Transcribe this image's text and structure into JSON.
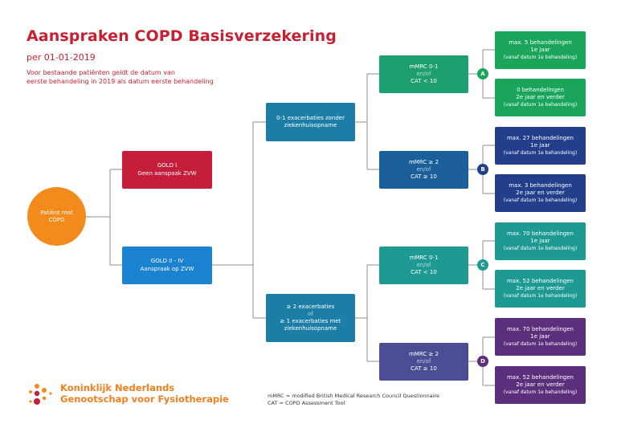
{
  "title": "Aanspraken COPD Basisverzekering",
  "subtitle": "per 01-01-2019",
  "note_lines": [
    "Voor bestaande patiënten geldt de datum van",
    "eerste behandeling in 2019 als datum eerste behandeling"
  ],
  "root": {
    "line1": "Patiënt met",
    "line2": "COPD"
  },
  "gold1": {
    "line1": "GOLD I",
    "line2": "Geen aanspaak ZVW"
  },
  "gold2": {
    "line1": "GOLD II - IV",
    "line2": "Aanspraak op ZVW"
  },
  "exac_low": {
    "line1": "0-1 exacerbaties zonder",
    "line2": "ziekenhuisopname"
  },
  "exac_high": {
    "line1": "≥ 2 exacerbaties",
    "line2": "of",
    "line3": "≥ 1 exacerbaties met",
    "line4": "ziekenhuisopname"
  },
  "score_boxes": [
    {
      "line1": "mMRC 0-1",
      "line2": "en/of",
      "line3": "CAT < 10"
    },
    {
      "line1": "mMRC ≥ 2",
      "line2": "en/of",
      "line3": "CAT ≥ 10"
    },
    {
      "line1": "mMRC 0-1",
      "line2": "en/of",
      "line3": "CAT < 10"
    },
    {
      "line1": "mMRC ≥ 2",
      "line2": "en/of",
      "line3": "CAT ≥ 10"
    }
  ],
  "groups": [
    "A",
    "B",
    "C",
    "D"
  ],
  "outcomes": [
    {
      "line1": "max. 5 behandelingen",
      "line2": "1e jaar",
      "line3": "(vanaf datum 1e behandeling)"
    },
    {
      "line1": "0 behandelingen",
      "line2": "2e jaar en verder",
      "line3": "(vanaf datum 1e behandeling)"
    },
    {
      "line1": "max. 27 behandelingen",
      "line2": "1e jaar",
      "line3": "(vanaf datum 1e behandeling)"
    },
    {
      "line1": "max. 3 behandelingen",
      "line2": "2e jaar en verder",
      "line3": "(vanaf datum 1e behandeling)"
    },
    {
      "line1": "max. 70 behandelingen",
      "line2": "1e jaar",
      "line3": "(vanaf datum 1e behandeling)"
    },
    {
      "line1": "max. 52 behandelingen",
      "line2": "2e jaar en verder",
      "line3": "(vanaf datum 1e behandeling)"
    },
    {
      "line1": "max. 70 behandelingen",
      "line2": "1e jaar",
      "line3": "(vanaf datum 1e behandeling)"
    },
    {
      "line1": "max. 52 behandelingen",
      "line2": "2e jaar en verder",
      "line3": "(vanaf datum 1e behandeling)"
    }
  ],
  "legend": [
    "mMRC = modified British Medical Research Council Questionnaire",
    "CAT = COPD Assessment Tool"
  ],
  "organization": {
    "line1": "Koninklijk Nederlands",
    "line2": "Genootschap voor Fysiotherapie"
  },
  "colors": {
    "title": "#c62133",
    "root": "#f28a1c",
    "gold1": "#c41e3a",
    "gold2": "#1a82d0",
    "group_a": "#1aa55b",
    "group_b": "#233f8c",
    "group_c": "#1f9a93",
    "group_d": "#5c2f7c"
  }
}
